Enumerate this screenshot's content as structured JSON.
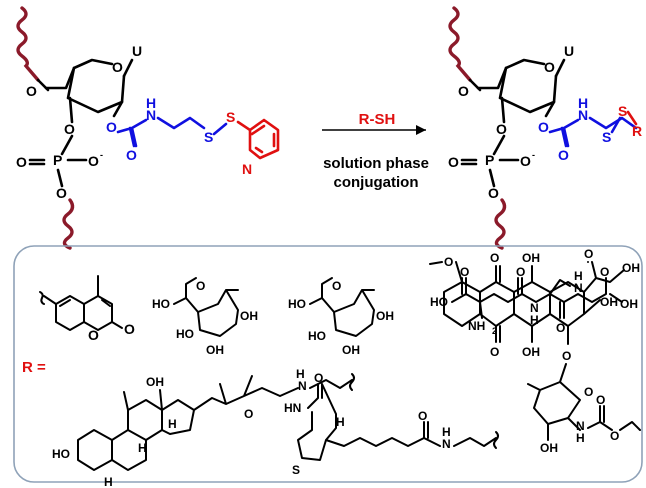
{
  "reaction": {
    "reagent": "R-SH",
    "condition_line1": "solution phase",
    "condition_line2": "conjugation"
  },
  "atoms": {
    "uracil": "U",
    "oxygen": "O",
    "o_minus": "O",
    "minus": "-",
    "phosphorus": "P",
    "nitrogen_h": "H",
    "nitrogen": "N",
    "sulfur": "S",
    "product_r": "R",
    "ho": "HO",
    "oh": "OH",
    "h": "H",
    "nh2": "NH",
    "sub2": "2",
    "hn": "HN",
    "om": "O"
  },
  "panel": {
    "r_label": "R ="
  },
  "colors": {
    "wavy": "#8b1a2a",
    "linker": "#1010e0",
    "leaving": "#e01010",
    "panel_border": "#8fa2b8"
  }
}
